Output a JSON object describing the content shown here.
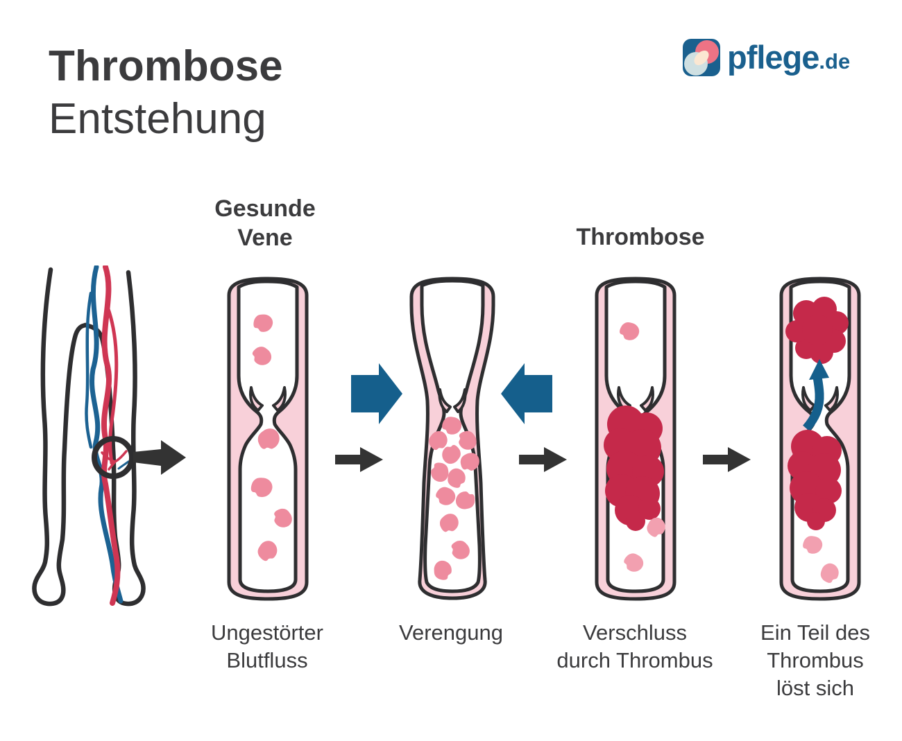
{
  "title": {
    "line1": "Thrombose",
    "line2": "Entstehung"
  },
  "logo": {
    "name": "pflege",
    "tld": ".de"
  },
  "headers": {
    "healthy": {
      "line1": "Gesunde",
      "line2": "Vene"
    },
    "thrombosis": "Thrombose"
  },
  "stages": [
    {
      "id": "healthy-vein",
      "caption_lines": [
        "Ungestörter",
        "Blutfluss"
      ]
    },
    {
      "id": "narrowing",
      "caption_lines": [
        "Verengung"
      ]
    },
    {
      "id": "occlusion",
      "caption_lines": [
        "Verschluss",
        "durch Thrombus"
      ]
    },
    {
      "id": "embolus",
      "caption_lines": [
        "Ein Teil des",
        "Thrombus",
        "löst sich"
      ]
    }
  ],
  "colors": {
    "text": "#3b3b3d",
    "outline": "#2e2e30",
    "vein_wall": "#f8d0d9",
    "blood_cell": "#ee8b9e",
    "blood_cell_light": "#f2a0b0",
    "thrombus": "#c5294a",
    "arrow_blue": "#155f8c",
    "arrow_black": "#333333",
    "logo_blue": "#1a608e",
    "logo_pink": "#ed7385"
  }
}
